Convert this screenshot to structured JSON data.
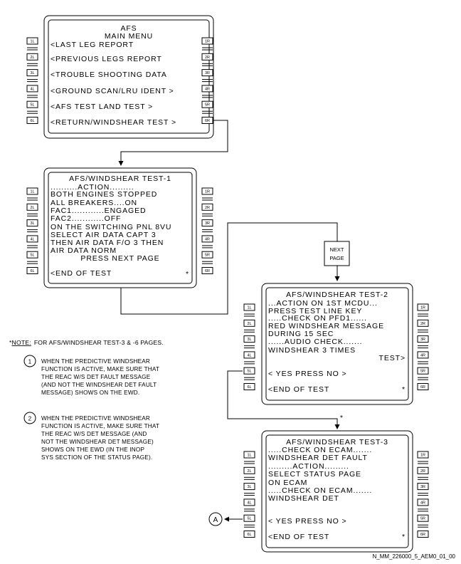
{
  "screens": [
    {
      "id": "main",
      "lines": [
        {
          "text": "AFS",
          "align": "center"
        },
        {
          "text": "MAIN MENU",
          "align": "center"
        },
        {
          "text": "<LAST LEG REPORT",
          "align": "left"
        },
        {
          "text": "<PREVIOUS LEGS REPORT",
          "align": "left"
        },
        {
          "text": "<TROUBLE SHOOTING DATA",
          "align": "left"
        },
        {
          "text": "<GROUND SCAN/LRU IDENT >",
          "align": "left"
        },
        {
          "text": "<AFS TEST       LAND TEST >",
          "align": "left"
        },
        {
          "text": "<RETURN/WINDSHEAR TEST >",
          "align": "left"
        }
      ]
    },
    {
      "id": "test1",
      "lines": [
        {
          "text": "AFS/WINDSHEAR TEST-1",
          "align": "center"
        },
        {
          "text": "..........ACTION.........",
          "align": "left"
        },
        {
          "text": "BOTH ENGINES STOPPED",
          "align": "left"
        },
        {
          "text": "ALL BREAKERS....ON",
          "align": "left"
        },
        {
          "text": "FAC1............ENGAGED",
          "align": "left"
        },
        {
          "text": "FAC2............OFF",
          "align": "left"
        },
        {
          "text": "ON THE SWITCHING PNL 8VU",
          "align": "left"
        },
        {
          "text": "SELECT AIR DATA CAPT 3",
          "align": "left"
        },
        {
          "text": "THEN AIR DATA F/O 3 THEN",
          "align": "left"
        },
        {
          "text": "AIR DATA NORM",
          "align": "left"
        },
        {
          "text": "PRESS NEXT PAGE",
          "align": "center"
        },
        {
          "text": "<END OF TEST",
          "align": "left"
        },
        {
          "text": "*",
          "align": "right"
        }
      ]
    },
    {
      "id": "test2",
      "lines": [
        {
          "text": "AFS/WINDSHEAR TEST-2",
          "align": "center"
        },
        {
          "text": "...ACTION ON 1ST MCDU...",
          "align": "left"
        },
        {
          "text": "PRESS TEST LINE KEY",
          "align": "left"
        },
        {
          "text": ".....CHECK ON PFD1......",
          "align": "left"
        },
        {
          "text": "RED WINDSHEAR MESSAGE",
          "align": "left"
        },
        {
          "text": "DURING 15 SEC",
          "align": "left"
        },
        {
          "text": "......AUDIO CHECK.......",
          "align": "left"
        },
        {
          "text": "WINDSHEAR 3 TIMES",
          "align": "left"
        },
        {
          "text": "TEST>",
          "align": "right"
        },
        {
          "text": "< YES      PRESS       NO >",
          "align": "left"
        },
        {
          "text": "<END OF TEST",
          "align": "left"
        },
        {
          "text": "*",
          "align": "right"
        }
      ]
    },
    {
      "id": "test3",
      "lines": [
        {
          "text": "AFS/WINDSHEAR TEST-3",
          "align": "center"
        },
        {
          "text": ".....CHECK ON ECAM.......",
          "align": "left"
        },
        {
          "text": "WINDSHEAR DET FAULT",
          "align": "left"
        },
        {
          "text": ".........ACTION.........",
          "align": "left"
        },
        {
          "text": "SELECT STATUS PAGE",
          "align": "left"
        },
        {
          "text": "ON ECAM",
          "align": "left"
        },
        {
          "text": ".....CHECK ON ECAM.......",
          "align": "left"
        },
        {
          "text": "WINDSHEAR DET",
          "align": "left"
        },
        {
          "text": "< YES      PRESS       NO >",
          "align": "left"
        },
        {
          "text": "<END OF TEST",
          "align": "left"
        },
        {
          "text": "*",
          "align": "right"
        }
      ]
    }
  ],
  "lsk_left": [
    "1L",
    "2L",
    "3L",
    "4L",
    "5L",
    "6L"
  ],
  "lsk_right": [
    "1R",
    "2R",
    "3R",
    "4R",
    "5R",
    "6R"
  ],
  "next_page": [
    "NEXT",
    "PAGE"
  ],
  "asterisk_marker": "*",
  "note": {
    "heading_prefix": "*",
    "heading_label": "NOTE:",
    "heading_text": "FOR AFS/WINDSHEAR TEST-3 & -6 PAGES.",
    "items": [
      {
        "number": "1",
        "lines": [
          "WHEN THE PREDICTIVE WINDSHEAR",
          "FUNCTION IS ACTIVE, MAKE SURE THAT",
          "THE REAC W/S DET FAULT MESSAGE",
          "(AND NOT THE WINDSHEAR DET FAULT",
          "MESSAGE) SHOWS ON THE EWD."
        ]
      },
      {
        "number": "2",
        "lines": [
          "WHEN THE PREDICTIVE WINDSHEAR",
          "FUNCTION IS ACTIVE, MAKE SURE THAT",
          "THE REAC W/S DET MESSAGE (AND",
          "NOT THE WINDSHEAR DET MESSAGE)",
          "SHOWS ON THE EWD (IN THE INOP",
          "SYS SECTION OF THE STATUS PAGE)."
        ]
      }
    ]
  },
  "callout_a": "A",
  "figure_id": "N_MM_226000_5_AEM0_01_00"
}
